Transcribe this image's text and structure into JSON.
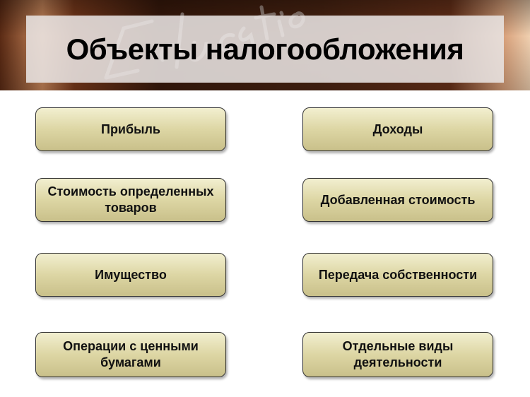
{
  "header": {
    "title": "Объекты налогообложения",
    "background_watermark": "Education"
  },
  "colors": {
    "box_fill": "#ddd6a4",
    "box_border": "#333333",
    "banner": "#4a2412"
  },
  "left_column": [
    {
      "label": "Прибыль"
    },
    {
      "label": "Стоимость определенных товаров"
    },
    {
      "label": "Имущество"
    },
    {
      "label": "Операции с ценными бумагами"
    }
  ],
  "right_column": [
    {
      "label": "Доходы"
    },
    {
      "label": "Добавленная стоимость"
    },
    {
      "label": "Передача собственности"
    },
    {
      "label": "Отдельные виды деятельности"
    }
  ]
}
